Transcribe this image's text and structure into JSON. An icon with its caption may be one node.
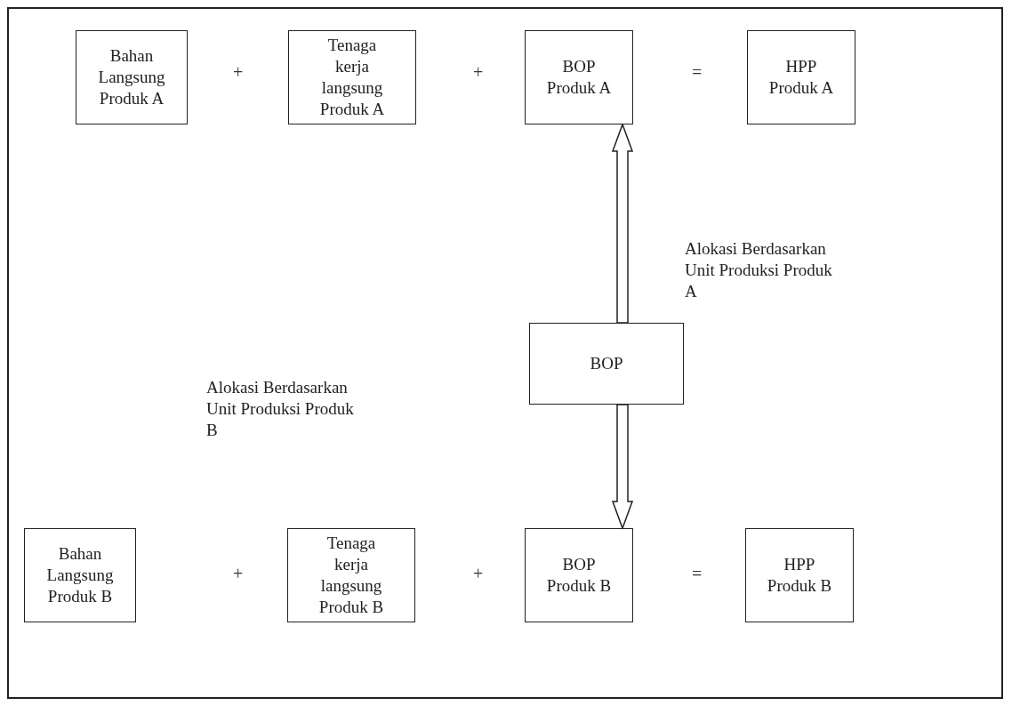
{
  "diagram": {
    "nodes": [
      {
        "text": [
          "Bahan Langsung Produk A"
        ]
      },
      {
        "text": [
          "Tenaga kerja langsung Produk A"
        ]
      },
      {
        "text": [
          "BOP Produk A"
        ]
      },
      {
        "text": [
          "HPP Produk A"
        ]
      },
      {
        "text": [
          "BOP"
        ]
      },
      {
        "text": [
          "Bahan Langsung Produk B"
        ]
      },
      {
        "text": [
          "Tenaga kerja langsung Produk B"
        ]
      },
      {
        "text": [
          "BOP Produk B"
        ]
      },
      {
        "text": [
          "HPP Produk B"
        ]
      }
    ],
    "edges": [
      {
        "from": 4,
        "to": 2,
        "arrow": "to",
        "style": "thick",
        "label": "Alokasi Berdasarkan Unit Produksi Produk A"
      },
      {
        "from": 4,
        "to": 7,
        "arrow": "to",
        "style": "thick"
      }
    ],
    "labels": [
      "+",
      "+",
      "=",
      "Alokasi Berdasarkan Unit Produksi Produk B",
      "+",
      "+",
      "="
    ]
  }
}
